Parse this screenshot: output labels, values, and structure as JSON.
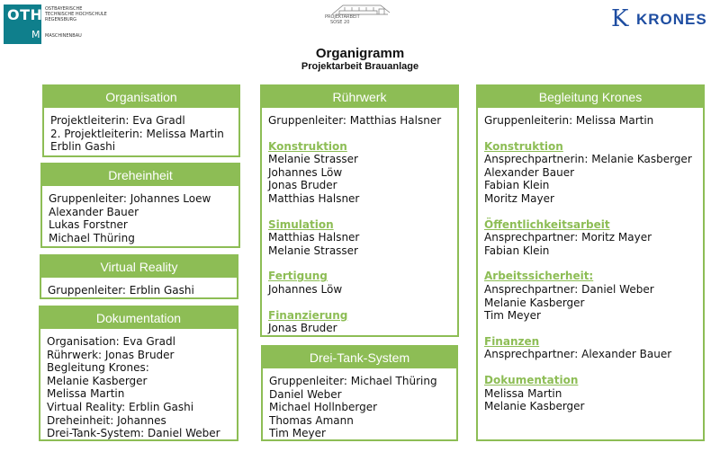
{
  "header": {
    "oth_logo": {
      "mark": "OTH",
      "submark": "M",
      "lines": [
        "OSTBAYERISCHE",
        "TECHNISCHE HOCHSCHULE",
        "REGENSBURG"
      ],
      "department": "MASCHINENBAU"
    },
    "center_logo": {
      "lines": [
        "PROJEKTARBEIT",
        "SOSE 20"
      ]
    },
    "krones_logo": {
      "mark": "K",
      "text": "KRONES"
    },
    "title": "Organigramm",
    "subtitle": "Projektarbeit Brauanlage"
  },
  "colors": {
    "accent": "#8dbd55",
    "oth": "#0f7f8c",
    "krones": "#1e4da1"
  },
  "cards": {
    "organisation": {
      "title": "Organisation",
      "lines": [
        "Projektleiterin: Eva Gradl",
        "2. Projektleiterin: Melissa Martin",
        "Erblin Gashi"
      ]
    },
    "dreheinheit": {
      "title": "Dreheinheit",
      "lines": [
        "Gruppenleiter:  Johannes Loew",
        "Alexander Bauer",
        "Lukas Forstner",
        "Michael Thüring"
      ]
    },
    "virtual_reality": {
      "title": "Virtual Reality",
      "lines": [
        "Gruppenleiter:  Erblin Gashi"
      ]
    },
    "dokumentation": {
      "title": "Dokumentation",
      "lines": [
        "Organisation: Eva Gradl",
        "Rührwerk: Jonas Bruder",
        "Begleitung Krones:",
        "Melanie Kasberger",
        "Melissa Martin",
        "Virtual Reality: Erblin Gashi",
        "Dreheinheit: Johannes",
        "Drei-Tank-System: Daniel Weber"
      ]
    },
    "ruehrwerk": {
      "title": "Rührwerk",
      "lead": "Gruppenleiter: Matthias Halsner",
      "sections": [
        {
          "heading": "Konstruktion",
          "lines": [
            "Melanie Strasser",
            "Johannes Löw",
            "Jonas Bruder",
            "Matthias Halsner"
          ]
        },
        {
          "heading": "Simulation",
          "lines": [
            "Matthias Halsner",
            "Melanie Strasser"
          ]
        },
        {
          "heading": "Fertigung",
          "lines": [
            "Johannes Löw"
          ]
        },
        {
          "heading": "Finanzierung",
          "lines": [
            "Jonas Bruder"
          ]
        }
      ]
    },
    "drei_tank_system": {
      "title": "Drei-Tank-System",
      "lines": [
        "Gruppenleiter: Michael Thüring",
        "Daniel Weber",
        "Michael Hollnberger",
        "Thomas Amann",
        "Tim Meyer"
      ]
    },
    "begleitung_krones": {
      "title": "Begleitung Krones",
      "lead": "Gruppenleiterin: Melissa Martin",
      "sections": [
        {
          "heading": "Konstruktion",
          "lines": [
            "Ansprechpartnerin: Melanie Kasberger",
            "Alexander Bauer",
            "Fabian Klein",
            "Moritz Mayer"
          ]
        },
        {
          "heading": "Öffentlichkeitsarbeit",
          "lines": [
            "Ansprechpartner: Moritz Mayer",
            "Fabian Klein"
          ]
        },
        {
          "heading": "Arbeitssicherheit:",
          "lines": [
            "Ansprechpartner: Daniel Weber",
            "Melanie Kasberger",
            "Tim Meyer"
          ]
        },
        {
          "heading": "Finanzen",
          "lines": [
            "Ansprechpartner: Alexander Bauer"
          ]
        },
        {
          "heading": "Dokumentation",
          "lines": [
            "Melissa Martin",
            "Melanie Kasberger"
          ]
        }
      ]
    }
  }
}
